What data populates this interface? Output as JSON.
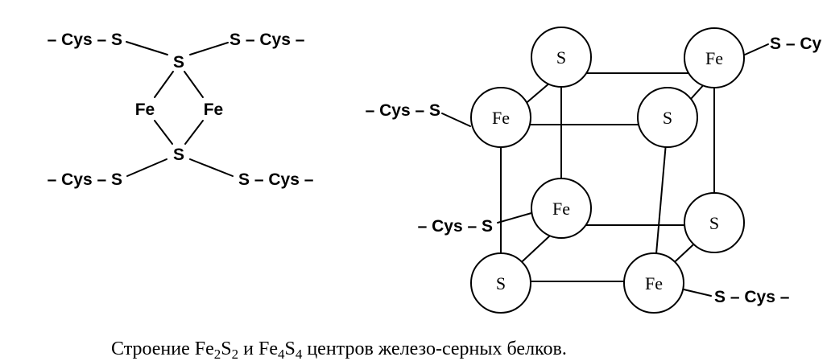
{
  "fe2s2": {
    "labels": {
      "top_left_ligand": "– Cys – S",
      "top_right_ligand": "S – Cys –",
      "top_sulfur": "S",
      "left_iron": "Fe",
      "right_iron": "Fe",
      "bottom_sulfur": "S",
      "bottom_left_ligand": "– Cys – S",
      "bottom_right_ligand": "S – Cys –"
    }
  },
  "fe4s4": {
    "atoms": {
      "back_top_left": "S",
      "back_top_right": "Fe",
      "front_top_left": "Fe",
      "front_top_right": "S",
      "back_bottom_left": "Fe",
      "back_bottom_right": "S",
      "front_bottom_left": "S",
      "front_bottom_right": "Fe"
    },
    "ligands": {
      "top_right": "S – Cy",
      "front_left": "– Cys – S",
      "middle_left": "– Cys – S",
      "bottom_right": "S – Cys –"
    }
  },
  "caption": {
    "prefix": "Строение Fe",
    "sub1": "2",
    "s1": "S",
    "sub2": "2",
    "and_fe": " и Fe",
    "sub3": "4",
    "s2": "S",
    "sub4": "4",
    "suffix": " центров железо-серных белков."
  }
}
